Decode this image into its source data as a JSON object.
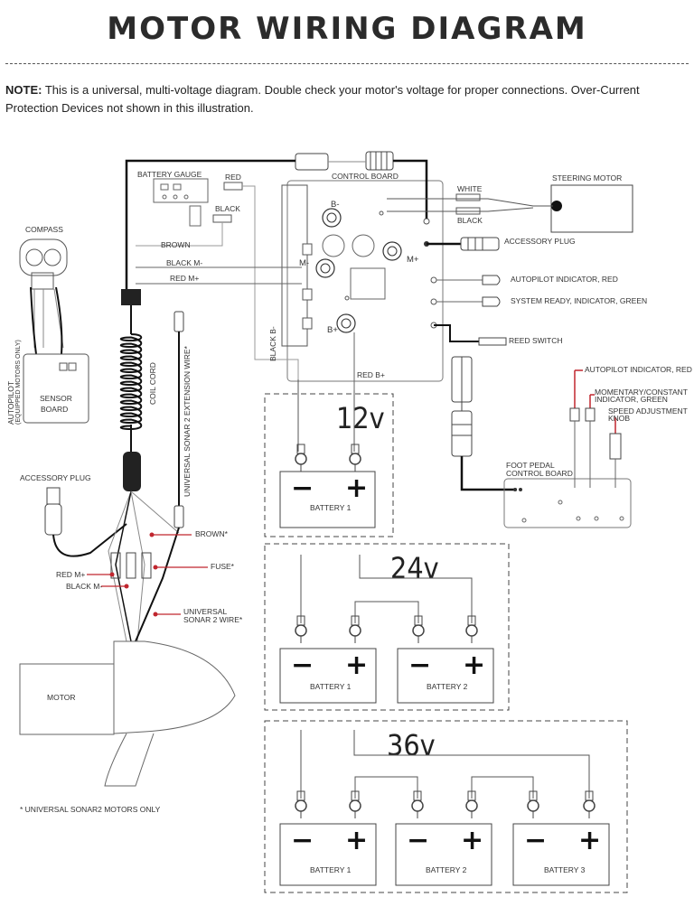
{
  "title": "MOTOR WIRING DIAGRAM",
  "note": {
    "bold": "NOTE:",
    "text": " This is a universal, multi-voltage diagram. Double check your motor's voltage for proper connections. Over-Current Protection Devices not shown in this illustration."
  },
  "labels": {
    "battery_gauge": "BATTERY GAUGE",
    "red": "RED",
    "black": "BLACK",
    "control_board": "CONTROL BOARD",
    "steering_motor": "STEERING MOTOR",
    "white": "WHITE",
    "black2": "BLACK",
    "accessory_plug_right": "ACCESSORY PLUG",
    "compass": "COMPASS",
    "brown": "BROWN",
    "black_m_minus": "BLACK M-",
    "red_m_plus": "RED M+",
    "b_minus": "B-",
    "m_minus": "M-",
    "m_plus": "M+",
    "b_plus": "B+",
    "autopilot_indicator_red": "AUTOPILOT INDICATOR, RED",
    "system_ready": "SYSTEM READY, INDICATOR, GREEN",
    "reed_switch": "REED SWITCH",
    "black_b_minus": "BLACK B-",
    "red_b_plus": "RED B+",
    "autopilot_indicator_red2": "AUTOPILOT INDICATOR, RED",
    "momentary_1": "MOMENTARY/CONSTANT",
    "momentary_2": "INDICATOR, GREEN",
    "speed_1": "SPEED ADJUSTMENT",
    "speed_2": "KNOB",
    "autopilot_vertical": "AUTOPILOT",
    "autopilot_vertical_sub": "(EQUIPPED MOTORS ONLY)",
    "sensor_board_1": "SENSOR",
    "sensor_board_2": "BOARD",
    "coil_cord": "COIL CORD",
    "us2_extension": "UNIVERSAL SONAR 2 EXTENSION WIRE*",
    "accessory_plug_left": "ACCESSORY PLUG",
    "foot_pedal_1": "FOOT PEDAL",
    "foot_pedal_2": "CONTROL BOARD",
    "brown_star": "BROWN*",
    "fuse_star": "FUSE*",
    "red_m_plus_left": "RED M+",
    "black_m_minus_left": "BLACK M-",
    "us2_wire_1": "UNIVERSAL",
    "us2_wire_2": "SONAR 2 WIRE*",
    "motor": "MOTOR",
    "footnote": "* UNIVERSAL SONAR2 MOTORS ONLY"
  },
  "volt_12": "12v",
  "volt_24": "24v",
  "volt_36": "36v",
  "batteries": {
    "b12_1": "BATTERY 1",
    "b24_1": "BATTERY 1",
    "b24_2": "BATTERY 2",
    "b36_1": "BATTERY 1",
    "b36_2": "BATTERY 2",
    "b36_3": "BATTERY 3"
  },
  "signs": {
    "minus": "−",
    "plus": "+"
  },
  "colors": {
    "red_wire": "#c0262e",
    "black_wire": "#1a1a1a",
    "gray_line": "#888888"
  }
}
